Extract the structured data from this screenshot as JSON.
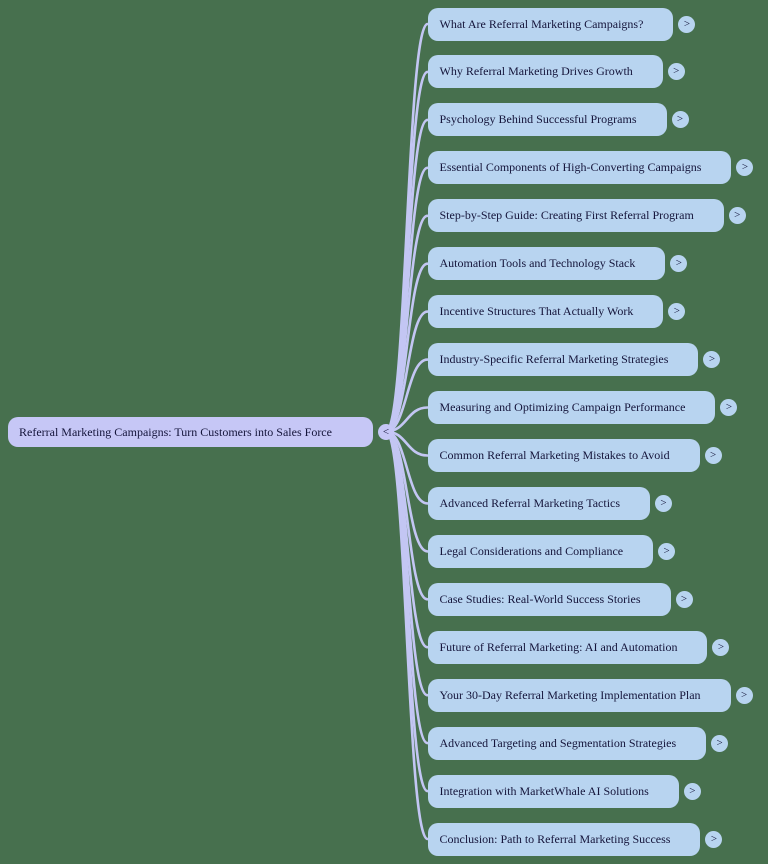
{
  "colors": {
    "background": "#47704e",
    "root_fill": "#c6c7f6",
    "child_fill": "#b8d4f0",
    "connector": "#c3c6f3",
    "text": "#14143a"
  },
  "root": {
    "label": "Referral Marketing Campaigns: Turn Customers into Sales Force",
    "collapse_glyph": "<"
  },
  "expand_glyph": ">",
  "topics": [
    {
      "label": "What Are Referral Marketing Campaigns?"
    },
    {
      "label": "Why Referral Marketing Drives Growth"
    },
    {
      "label": "Psychology Behind Successful Programs"
    },
    {
      "label": "Essential Components of High-Converting Campaigns"
    },
    {
      "label": "Step-by-Step Guide: Creating First Referral Program"
    },
    {
      "label": "Automation Tools and Technology Stack"
    },
    {
      "label": "Incentive Structures That Actually Work"
    },
    {
      "label": "Industry-Specific Referral Marketing Strategies"
    },
    {
      "label": "Measuring and Optimizing Campaign Performance"
    },
    {
      "label": "Common Referral Marketing Mistakes to Avoid"
    },
    {
      "label": "Advanced Referral Marketing Tactics"
    },
    {
      "label": "Legal Considerations and Compliance"
    },
    {
      "label": "Case Studies: Real-World Success Stories"
    },
    {
      "label": "Future of Referral Marketing: AI and Automation"
    },
    {
      "label": "Your 30-Day Referral Marketing Implementation Plan"
    },
    {
      "label": "Advanced Targeting and Segmentation Strategies"
    },
    {
      "label": "Integration with MarketWhale AI Solutions"
    },
    {
      "label": "Conclusion: Path to Referral Marketing Success"
    }
  ]
}
